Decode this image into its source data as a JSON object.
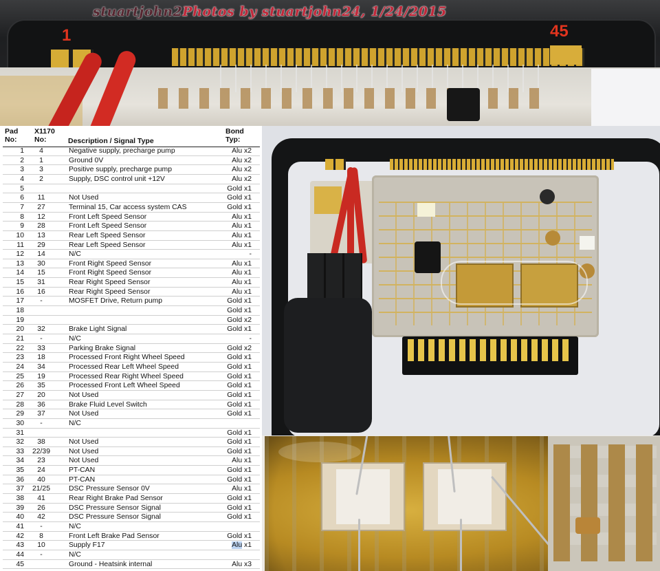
{
  "photo_top": {
    "label_left": "1",
    "label_right": "45",
    "watermark_ghost": "stuartjohn2",
    "watermark": "Photos by stuartjohn24, 1/24/2015"
  },
  "table": {
    "headers": {
      "pad_line1": "Pad",
      "pad_line2": "No:",
      "x1170_line1": "X1170",
      "x1170_line2": "No:",
      "description": "Description / Signal Type",
      "bond_line1": "Bond",
      "bond_line2": "Typ:"
    },
    "rows": [
      [
        "1",
        "4",
        "Negative supply, precharge pump",
        "Alu x2"
      ],
      [
        "2",
        "1",
        "Ground 0V",
        "Alu x2"
      ],
      [
        "3",
        "3",
        "Positive supply, precharge pump",
        "Alu x2"
      ],
      [
        "4",
        "2",
        "Supply, DSC control unit +12V",
        "Alu x2"
      ],
      [
        "5",
        "",
        "",
        "Gold x1"
      ],
      [
        "6",
        "11",
        "Not Used",
        "Gold x1"
      ],
      [
        "7",
        "27",
        "Terminal 15, Car access system CAS",
        "Gold x1"
      ],
      [
        "8",
        "12",
        "Front Left Speed Sensor",
        "Alu x1"
      ],
      [
        "9",
        "28",
        "Front Left Speed Sensor",
        "Alu x1"
      ],
      [
        "10",
        "13",
        "Rear Left Speed Sensor",
        "Alu x1"
      ],
      [
        "11",
        "29",
        "Rear Left Speed Sensor",
        "Alu x1"
      ],
      [
        "12",
        "14",
        "N/C",
        "-"
      ],
      [
        "13",
        "30",
        "Front Right Speed Sensor",
        "Alu x1"
      ],
      [
        "14",
        "15",
        "Front Right Speed Sensor",
        "Alu x1"
      ],
      [
        "15",
        "31",
        "Rear Right Speed Sensor",
        "Alu x1"
      ],
      [
        "16",
        "16",
        "Rear Right Speed Sensor",
        "Alu x1"
      ],
      [
        "17",
        "-",
        "MOSFET Drive, Return pump",
        "Gold x1"
      ],
      [
        "18",
        "",
        "",
        "Gold x1"
      ],
      [
        "19",
        "",
        "",
        "Gold x2"
      ],
      [
        "20",
        "32",
        "Brake Light Signal",
        "Gold x1"
      ],
      [
        "21",
        "-",
        "N/C",
        "-"
      ],
      [
        "22",
        "33",
        "Parking Brake Signal",
        "Gold x2"
      ],
      [
        "23",
        "18",
        "Processed Front Right Wheel Speed",
        "Gold x1"
      ],
      [
        "24",
        "34",
        "Processed Rear Left Wheel Speed",
        "Gold x1"
      ],
      [
        "25",
        "19",
        "Processed Rear Right Wheel Speed",
        "Gold x1"
      ],
      [
        "26",
        "35",
        "Processed Front Left Wheel Speed",
        "Gold x1"
      ],
      [
        "27",
        "20",
        "Not Used",
        "Gold x1"
      ],
      [
        "28",
        "36",
        "Brake Fluid Level Switch",
        "Gold x1"
      ],
      [
        "29",
        "37",
        "Not Used",
        "Gold x1"
      ],
      [
        "30",
        "-",
        "N/C",
        ""
      ],
      [
        "31",
        "",
        "",
        "Gold x1"
      ],
      [
        "32",
        "38",
        "Not Used",
        "Gold x1"
      ],
      [
        "33",
        "22/39",
        "Not Used",
        "Gold x1"
      ],
      [
        "34",
        "23",
        "Not Used",
        "Alu x1"
      ],
      [
        "35",
        "24",
        "PT-CAN",
        "Gold x1"
      ],
      [
        "36",
        "40",
        "PT-CAN",
        "Gold x1"
      ],
      [
        "37",
        "21/25",
        "DSC Pressure Sensor 0V",
        "Alu x1"
      ],
      [
        "38",
        "41",
        "Rear Right Brake Pad Sensor",
        "Gold x1"
      ],
      [
        "39",
        "26",
        "DSC Pressure Sensor Signal",
        "Gold x1"
      ],
      [
        "40",
        "42",
        "DSC Pressure Sensor Signal",
        "Gold x1"
      ],
      [
        "41",
        "-",
        "N/C",
        ""
      ],
      [
        "42",
        "8",
        "Front Left Brake Pad Sensor",
        "Gold x1"
      ],
      [
        "43",
        "10",
        "Supply F17",
        "Alu x1"
      ],
      [
        "44",
        "-",
        "N/C",
        ""
      ],
      [
        "45",
        "",
        "Ground - Heatsink internal",
        "Alu x3"
      ]
    ]
  }
}
